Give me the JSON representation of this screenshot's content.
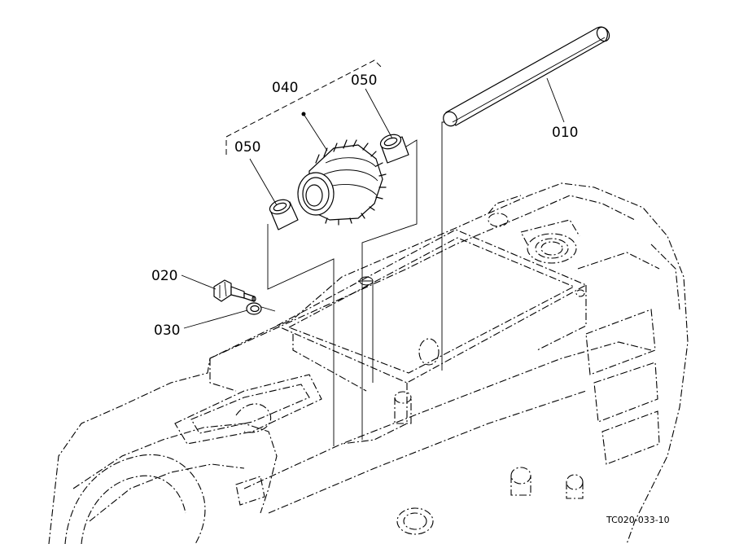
{
  "callouts": {
    "shaft": "010",
    "bolt": "020",
    "washer": "030",
    "gear": "040",
    "bushing_left": "050",
    "bushing_right": "050"
  },
  "figure_reference": "TC020-033-10"
}
